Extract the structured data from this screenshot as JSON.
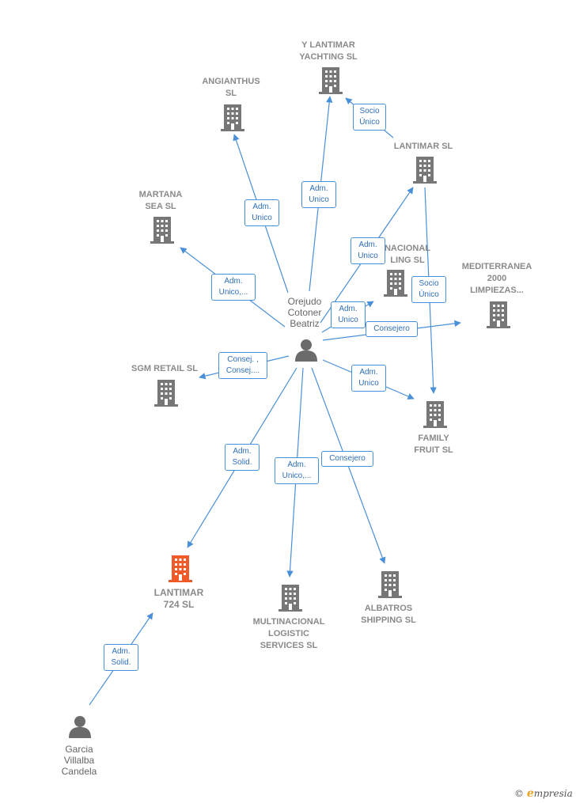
{
  "colors": {
    "edge": "#4a90d9",
    "building": "#777777",
    "focus": "#f05a28",
    "person": "#6b6b6b"
  },
  "nodes": [
    {
      "id": "orejudo",
      "kind": "person",
      "label": "Orejudo\nCotoner\nBeatriz"
    },
    {
      "id": "garcia",
      "kind": "person",
      "label": "Garcia\nVillalba\nCandela"
    },
    {
      "id": "lantimar724",
      "kind": "company-focus",
      "label": "LANTIMAR\n724  SL"
    },
    {
      "id": "ylantimar",
      "kind": "company",
      "label": "Y LANTIMAR\nYACHTING SL"
    },
    {
      "id": "angianthus",
      "kind": "company",
      "label": "ANGIANTHUS\nSL"
    },
    {
      "id": "lantimarsl",
      "kind": "company",
      "label": "LANTIMAR SL"
    },
    {
      "id": "martana",
      "kind": "company",
      "label": "MARTANA\nSEA  SL"
    },
    {
      "id": "nacional",
      "kind": "company",
      "label": "NACIONAL\nLING SL"
    },
    {
      "id": "mediterranea",
      "kind": "company",
      "label": "MEDITERRANEA\n2000\nLIMPIEZAS..."
    },
    {
      "id": "sgm",
      "kind": "company",
      "label": "SGM RETAIL SL"
    },
    {
      "id": "family",
      "kind": "company",
      "label": "FAMILY\nFRUIT SL"
    },
    {
      "id": "multinacional",
      "kind": "company",
      "label": "MULTINACIONAL\nLOGISTIC\nSERVICES SL"
    },
    {
      "id": "albatros",
      "kind": "company",
      "label": "ALBATROS\nSHIPPING SL"
    }
  ],
  "edges": [
    {
      "id": "e-ylantimar",
      "label": "Adm.\nUnico"
    },
    {
      "id": "e-angianthus",
      "label": "Adm.\nUnico"
    },
    {
      "id": "e-lantimarsl",
      "label": "Adm.\nUnico"
    },
    {
      "id": "e-socio-ylantimar",
      "label": "Socio\nÚnico"
    },
    {
      "id": "e-martana",
      "label": "Adm.\nUnico,..."
    },
    {
      "id": "e-nacional",
      "label": "Adm.\nUnico"
    },
    {
      "id": "e-socio-family",
      "label": "Socio\nÚnico"
    },
    {
      "id": "e-mediterranea",
      "label": "Consejero"
    },
    {
      "id": "e-sgm",
      "label": "Consej. ,\nConsej...."
    },
    {
      "id": "e-family",
      "label": "Adm.\nUnico"
    },
    {
      "id": "e-lantimar724",
      "label": "Adm.\nSolid."
    },
    {
      "id": "e-multinacional",
      "label": "Adm.\nUnico,..."
    },
    {
      "id": "e-albatros",
      "label": "Consejero"
    },
    {
      "id": "e-garcia",
      "label": "Adm.\nSolid."
    }
  ],
  "brand": {
    "symbol": "©",
    "initial": "e",
    "name": "mpresia"
  }
}
